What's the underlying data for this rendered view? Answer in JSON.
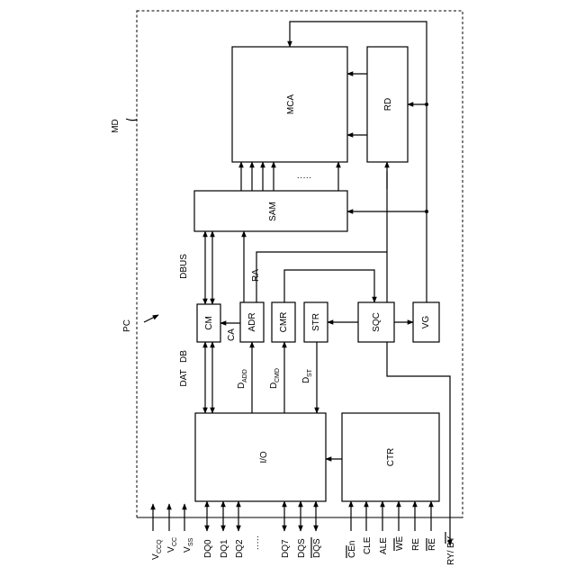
{
  "labels": {
    "MD": "MD",
    "PC": "PC",
    "MCA": "MCA",
    "RD": "RD",
    "SAM": "SAM",
    "DBUS": "DBUS",
    "RA": "RA",
    "CA": "CA",
    "CM": "CM",
    "ADR": "ADR",
    "CMR": "CMR",
    "STR": "STR",
    "SQC": "SQC",
    "VG": "VG",
    "DB": "DB",
    "DAT": "DAT",
    "D_ADD_base": "D",
    "D_ADD_sub": "ADD",
    "D_CMD_base": "D",
    "D_CMD_sub": "CMD",
    "D_ST_base": "D",
    "D_ST_sub": "ST",
    "IO": "I/O",
    "CTR": "CTR",
    "ellipsis": "·····"
  },
  "pins": {
    "VCCQ_base": "V",
    "VCCQ_sub": "CCQ",
    "VCC_base": "V",
    "VCC_sub": "CC",
    "VSS_base": "V",
    "VSS_sub": "SS",
    "DQ0": "DQ0",
    "DQ1": "DQ1",
    "DQ2": "DQ2",
    "dots": "·····",
    "DQ7": "DQ7",
    "DQS": "DQS",
    "DQS_bar": "DQS",
    "CEn": "CEn",
    "CLE": "CLE",
    "ALE": "ALE",
    "WE": "WE",
    "RE": "RE",
    "RE_bar": "RE",
    "RYBY_1": "RY/",
    "RYBY_2": "BY"
  }
}
